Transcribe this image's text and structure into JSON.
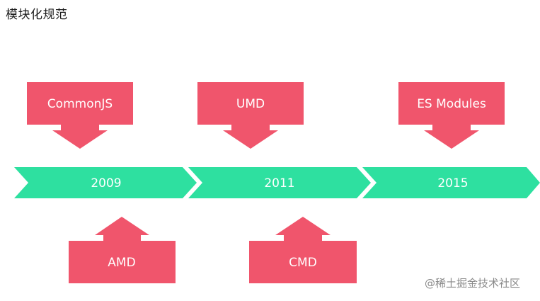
{
  "title": "模块化规范",
  "watermark": "@稀土掘金技术社区",
  "colors": {
    "timeline": "#2ee0a0",
    "box": "#f0556c"
  },
  "timeline": [
    {
      "year": "2009"
    },
    {
      "year": "2011"
    },
    {
      "year": "2015"
    }
  ],
  "above": [
    {
      "label": "CommonJS",
      "year": "2009"
    },
    {
      "label": "UMD",
      "year": "2011"
    },
    {
      "label": "ES Modules",
      "year": "2015"
    }
  ],
  "below": [
    {
      "label": "AMD",
      "year": "2009"
    },
    {
      "label": "CMD",
      "year": "2011"
    }
  ]
}
